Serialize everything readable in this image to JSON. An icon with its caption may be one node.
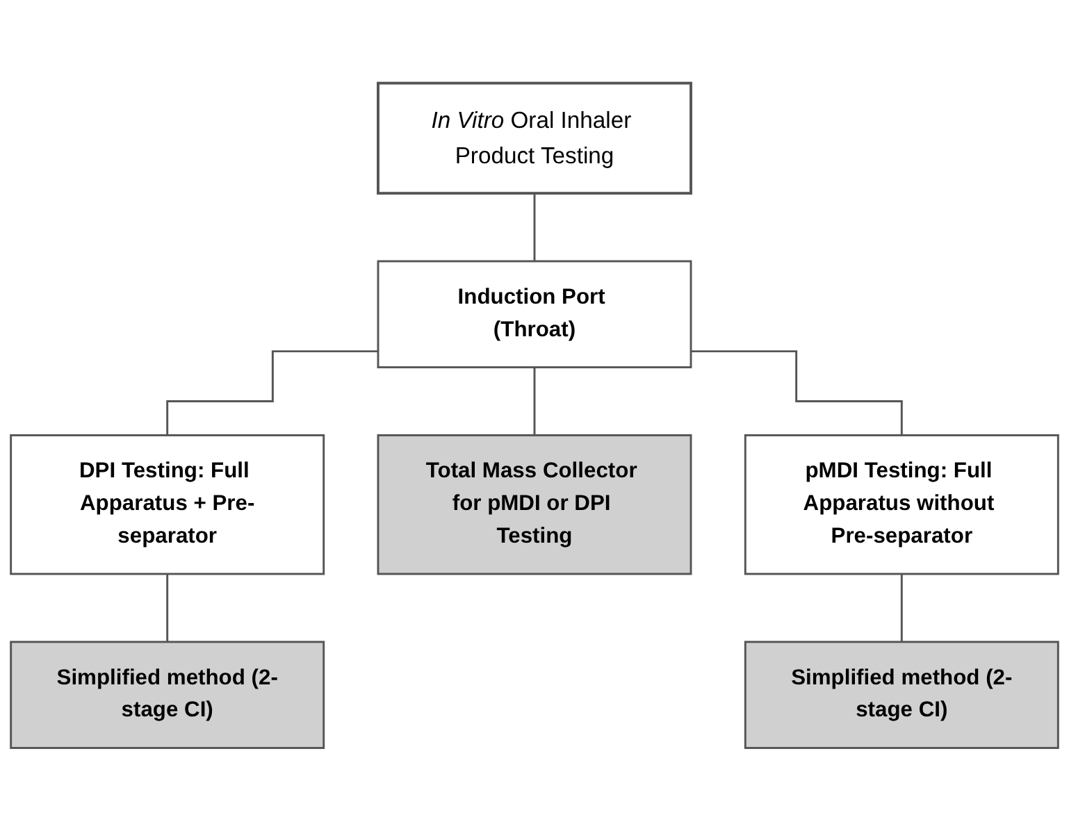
{
  "diagram": {
    "nodes": [
      {
        "text": [
          "*In Vitro* Oral Inhaler Product Testing"
        ]
      },
      {
        "text": [
          "Induction Port (Throat)"
        ]
      },
      {
        "text": [
          "DPI Testing: Full Apparatus + Pre-separator"
        ]
      },
      {
        "text": [
          "Total Mass Collector for pMDI or DPI Testing"
        ]
      },
      {
        "text": [
          "pMDI Testing: Full Apparatus without Pre-separator"
        ]
      },
      {
        "text": [
          "Simplified method (2-stage CI)"
        ]
      },
      {
        "text": [
          "Simplified method (2-stage CI)"
        ]
      }
    ],
    "edges": [
      {
        "from": 0,
        "to": 1,
        "arrow": "none"
      },
      {
        "from": 1,
        "to": 2,
        "arrow": "none"
      },
      {
        "from": 1,
        "to": 3,
        "arrow": "none"
      },
      {
        "from": 1,
        "to": 4,
        "arrow": "none"
      },
      {
        "from": 2,
        "to": 5,
        "arrow": "none"
      },
      {
        "from": 4,
        "to": 6,
        "arrow": "none"
      }
    ]
  }
}
